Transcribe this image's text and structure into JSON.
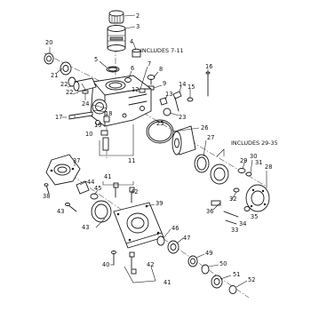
{
  "diagram": {
    "callouts": [
      {
        "id": "c2",
        "text": "2"
      },
      {
        "id": "c3",
        "text": "3"
      },
      {
        "id": "c4",
        "text": "4"
      },
      {
        "id": "c5",
        "text": "5"
      },
      {
        "id": "c6",
        "text": "6"
      },
      {
        "id": "c7",
        "text": "7"
      },
      {
        "id": "c8",
        "text": "8"
      },
      {
        "id": "c9",
        "text": "9"
      },
      {
        "id": "c10",
        "text": "10"
      },
      {
        "id": "c11",
        "text": "11"
      },
      {
        "id": "c12",
        "text": "12"
      },
      {
        "id": "c13",
        "text": "13"
      },
      {
        "id": "c14",
        "text": "14"
      },
      {
        "id": "c15",
        "text": "15"
      },
      {
        "id": "c16",
        "text": "16"
      },
      {
        "id": "c17",
        "text": "17"
      },
      {
        "id": "c18",
        "text": "18"
      },
      {
        "id": "c19",
        "text": "19"
      },
      {
        "id": "c20",
        "text": "20"
      },
      {
        "id": "c21",
        "text": "21"
      },
      {
        "id": "c22",
        "text": "22"
      },
      {
        "id": "c23",
        "text": "23"
      },
      {
        "id": "c24",
        "text": "24"
      },
      {
        "id": "c25",
        "text": "25"
      },
      {
        "id": "c26",
        "text": "26"
      },
      {
        "id": "c27",
        "text": "27"
      },
      {
        "id": "c28",
        "text": "28"
      },
      {
        "id": "c29",
        "text": "29"
      },
      {
        "id": "c30",
        "text": "30"
      },
      {
        "id": "c31",
        "text": "31"
      },
      {
        "id": "c32",
        "text": "32"
      },
      {
        "id": "c33",
        "text": "33"
      },
      {
        "id": "c34",
        "text": "34"
      },
      {
        "id": "c35",
        "text": "35"
      },
      {
        "id": "c36",
        "text": "36"
      },
      {
        "id": "c37",
        "text": "37"
      },
      {
        "id": "c38",
        "text": "38"
      },
      {
        "id": "c39",
        "text": "39"
      },
      {
        "id": "c40",
        "text": "40"
      },
      {
        "id": "c41a",
        "text": "41"
      },
      {
        "id": "c41b",
        "text": "41"
      },
      {
        "id": "c42a",
        "text": "42"
      },
      {
        "id": "c42b",
        "text": "42"
      },
      {
        "id": "c43a",
        "text": "43"
      },
      {
        "id": "c43b",
        "text": "43"
      },
      {
        "id": "c44",
        "text": "44"
      },
      {
        "id": "c45",
        "text": "45"
      },
      {
        "id": "c46",
        "text": "46"
      },
      {
        "id": "c47",
        "text": "47"
      },
      {
        "id": "c49",
        "text": "49"
      },
      {
        "id": "c50",
        "text": "50"
      },
      {
        "id": "c51",
        "text": "51"
      },
      {
        "id": "c52",
        "text": "52"
      }
    ],
    "includes_7_11": "INCLUDES 7-11",
    "includes_29_35": "INCLUDES 29-35"
  }
}
